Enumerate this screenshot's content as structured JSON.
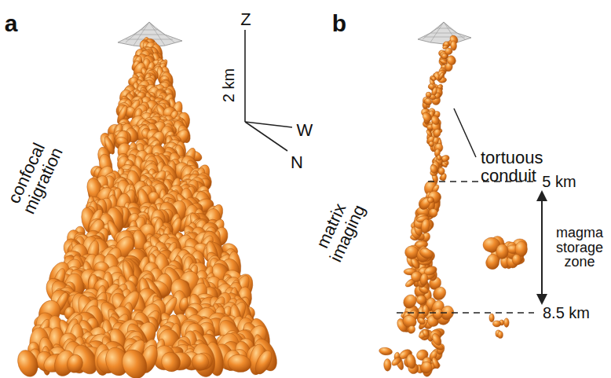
{
  "diagram": {
    "labels": [
      "a",
      "b",
      "Z",
      "2 km",
      "W",
      "N",
      "confocal migration",
      "matrix imaging",
      "tortuous conduit",
      "5 km",
      "8.5 km",
      "magma storage zone"
    ]
  }
}
